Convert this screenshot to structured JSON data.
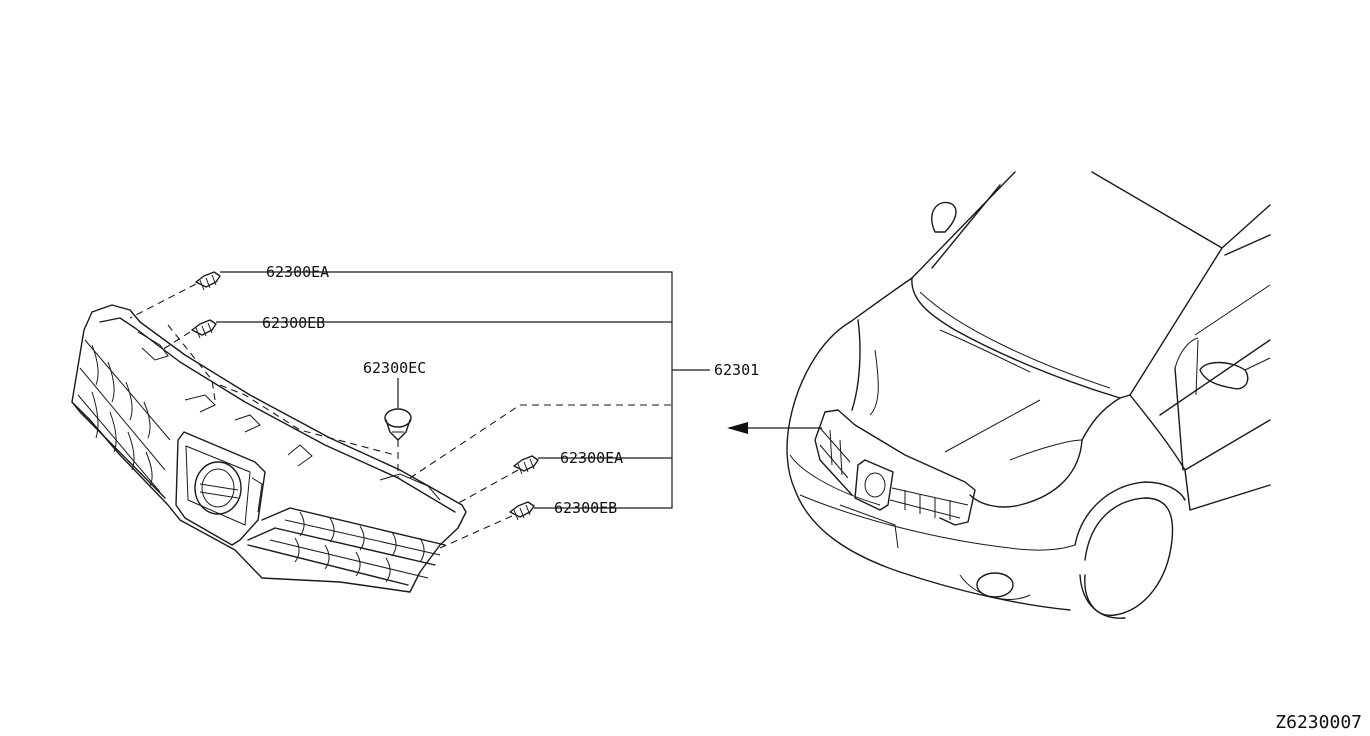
{
  "callouts": {
    "clip_ea_upper": "62300EA",
    "clip_eb_upper": "62300EB",
    "clip_ec": "62300EC",
    "grille_assembly": "62301",
    "clip_ea_lower": "62300EA",
    "clip_eb_lower": "62300EB"
  },
  "figure_id": "Z6230007"
}
